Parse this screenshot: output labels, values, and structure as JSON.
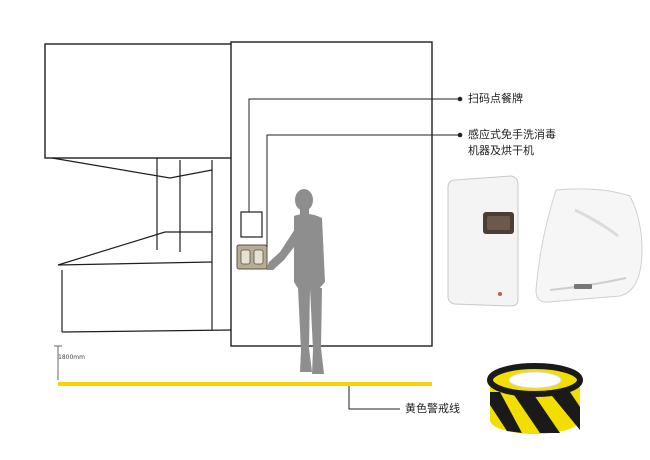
{
  "annotations": {
    "qr_code": "扫码点餐牌",
    "sanitizer_line1": "感应式免手洗消毒",
    "sanitizer_line2": "机器及烘干机",
    "warning_line": "黄色警戒线"
  },
  "dimension": "1800mm",
  "colors": {
    "warning_yellow": "#f5d400",
    "outline": "#1e1e1e",
    "person": "#8e8e8e",
    "leader_line": "#222222",
    "sensor_panel": "#b5ad95",
    "tape_black": "#1a1a1a"
  }
}
